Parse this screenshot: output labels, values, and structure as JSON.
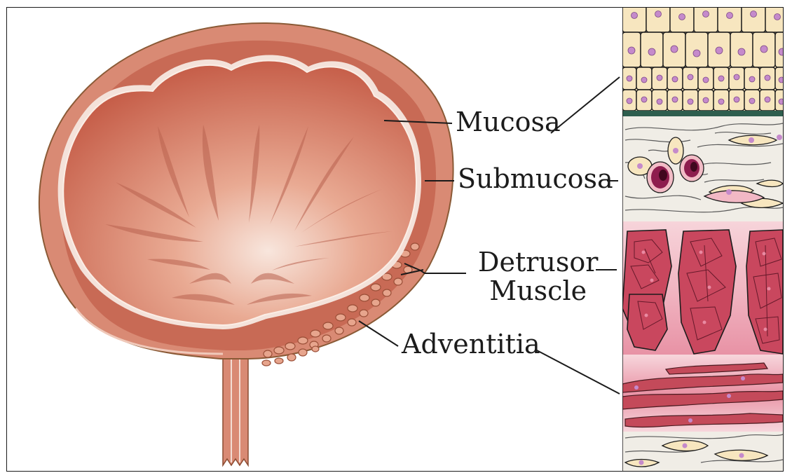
{
  "labels": {
    "mucosa": "Mucosa",
    "submucosa": "Submucosa",
    "detrusor_line1": "Detrusor",
    "detrusor_line2": "Muscle",
    "adventitia": "Adventitia"
  },
  "colors": {
    "bladder_outer": "#d98a74",
    "bladder_wall": "#c8624d",
    "lumen_center": "#f6ddd3",
    "epithelium": "#f7e6bf",
    "epithelium_nucleus": "#c58acb",
    "basement_membrane": "#2e5e4e",
    "connective_tissue": "#f0ede6",
    "muscle_bundle": "#c9475e",
    "adventitia_band": "#f2bcc6"
  }
}
